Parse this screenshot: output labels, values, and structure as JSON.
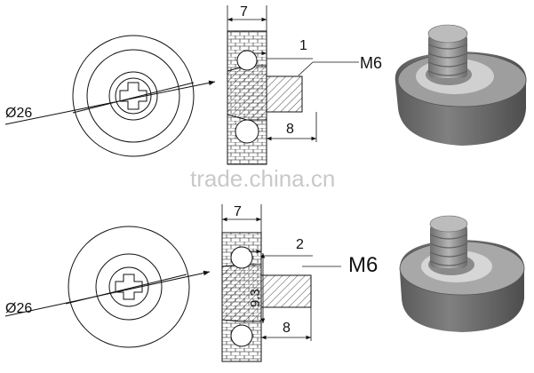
{
  "watermark": "trade.china.cn",
  "top_view": {
    "diameter_label": "Ø26",
    "width_label": "7",
    "depth_label": "1",
    "thread_label": "M6",
    "length_label": "8"
  },
  "bottom_view": {
    "diameter_label": "Ø26",
    "width_label": "7",
    "depth_label": "2",
    "height_label": "9.3",
    "thread_label": "M6",
    "length_label": "8"
  },
  "colors": {
    "line": "#111111",
    "magnet_outer": "#6b6b6b",
    "magnet_top": "#a8a8a8",
    "thread": "#8c8c8c",
    "watermark": "#c9c9c9"
  }
}
